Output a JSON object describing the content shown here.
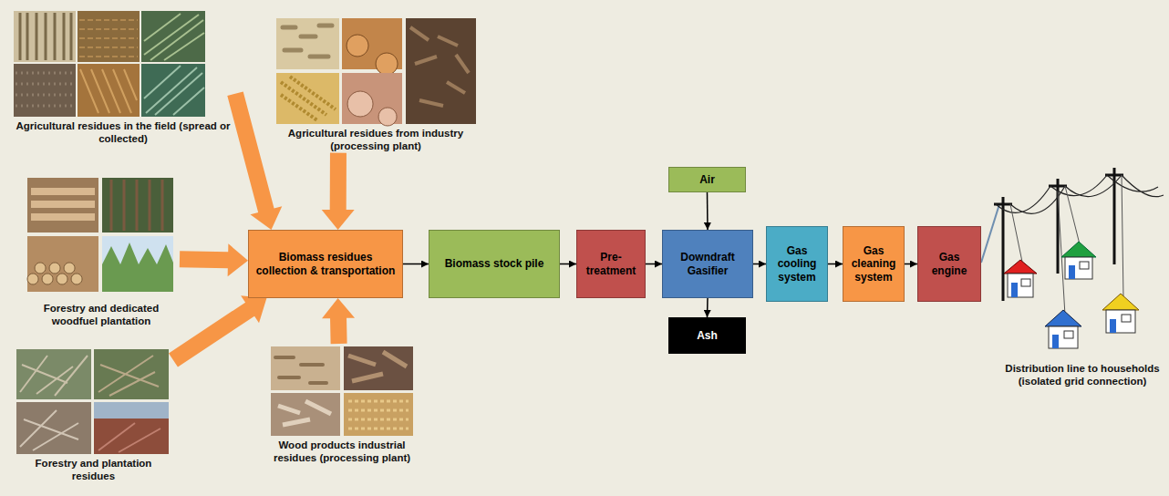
{
  "diagram": {
    "nodes": [
      {
        "text": [
          "Agricultural residues in the field (spread or collected)"
        ]
      },
      {
        "text": [
          "Agricultural residues from industry (processing plant)"
        ]
      },
      {
        "text": [
          "Forestry and dedicated woodfuel plantation"
        ]
      },
      {
        "text": [
          "Biomass residues collection & transportation"
        ]
      },
      {
        "text": [
          "Biomass stock pile"
        ]
      },
      {
        "text": [
          "Pre-treatment"
        ]
      },
      {
        "text": [
          "Air"
        ]
      },
      {
        "text": [
          "Downdraft Gasifier"
        ]
      },
      {
        "text": [
          "Ash"
        ]
      },
      {
        "text": [
          "Gas cooling system"
        ]
      },
      {
        "text": [
          "Gas cleaning system"
        ]
      },
      {
        "text": [
          "Gas engine"
        ]
      },
      {
        "text": [
          "Forestry and plantation residues"
        ]
      },
      {
        "text": [
          "Wood products industrial residues (processing plant)"
        ]
      }
    ],
    "edges": [
      {
        "from": 0,
        "to": 3,
        "arrow": "to"
      },
      {
        "from": 1,
        "to": 3,
        "arrow": "to"
      },
      {
        "from": 2,
        "to": 3,
        "arrow": "to"
      },
      {
        "from": 12,
        "to": 3,
        "arrow": "to"
      },
      {
        "from": 13,
        "to": 3,
        "arrow": "to"
      },
      {
        "from": 3,
        "to": 4,
        "arrow": "to"
      },
      {
        "from": 4,
        "to": 5,
        "arrow": "to"
      },
      {
        "from": 5,
        "to": 7,
        "arrow": "to"
      },
      {
        "from": 6,
        "to": 7,
        "arrow": "to"
      },
      {
        "from": 7,
        "to": 8,
        "arrow": "to"
      },
      {
        "from": 7,
        "to": 9,
        "arrow": "to"
      },
      {
        "from": 9,
        "to": 10,
        "arrow": "to"
      },
      {
        "from": 10,
        "to": 11,
        "arrow": "to"
      }
    ],
    "labels": [
      "Distribution line to households (isolated grid connection)"
    ]
  }
}
